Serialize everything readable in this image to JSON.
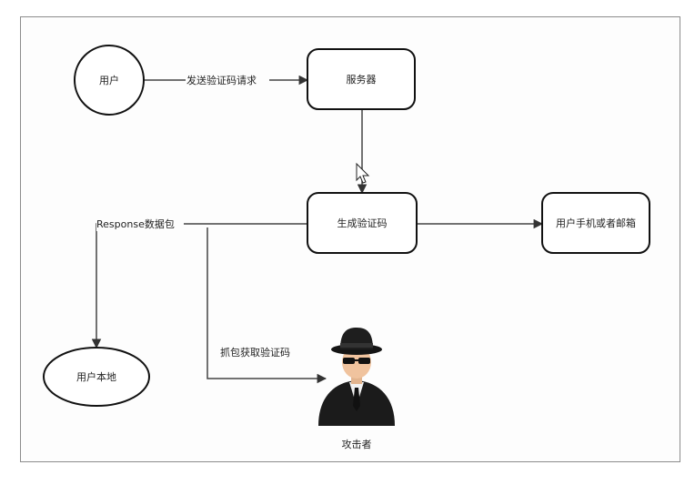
{
  "nodes": {
    "user": "用户",
    "server": "服务器",
    "generate": "生成验证码",
    "phone_email": "用户手机或者邮箱",
    "user_local": "用户本地",
    "attacker": "攻击者"
  },
  "edges": {
    "send_request": "发送验证码请求",
    "response_packet": "Response数据包",
    "capture": "抓包获取验证码"
  }
}
